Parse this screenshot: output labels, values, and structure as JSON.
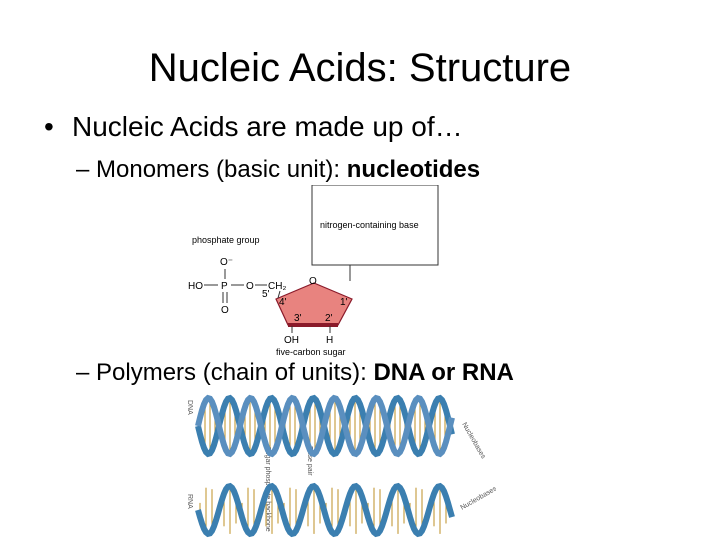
{
  "slide": {
    "title": "Nucleic Acids: Structure",
    "bullet": {
      "marker": "•",
      "text": "Nucleic Acids are made up of…"
    },
    "sub1": {
      "prefix": "– Monomers (basic unit): ",
      "emphasis": "nucleotides"
    },
    "sub2": {
      "prefix": "– Polymers (chain of units): ",
      "emphasis": "DNA or RNA"
    }
  },
  "nucleotide": {
    "base_label": "nitrogen-containing base",
    "phosphate_label": "phosphate group",
    "sugar_label": "five-carbon sugar",
    "atoms": {
      "o_top": "O⁻",
      "ho": "HO",
      "p": "P",
      "o_bridge": "O",
      "ch2": "CH₂",
      "o_bottom": "O",
      "ring_o": "O",
      "c5": "5'",
      "c4": "4'",
      "c1": "1'",
      "c3": "3'",
      "c2": "2'",
      "oh": "OH",
      "h": "H"
    },
    "colors": {
      "sugar_fill": "#e8837f",
      "sugar_edge": "#8a1a2a"
    }
  },
  "helix": {
    "dna_label": "DNA",
    "rna_label": "RNA",
    "backbone_label": "Sugar phosphate backbone",
    "base_pair_label": "Base pair",
    "nucleobase_label_1": "Nucleobases",
    "nucleobase_label_2": "Nucleobases",
    "colors": {
      "strand_a": "#3b7fb0",
      "strand_b": "#5a8fbf",
      "rung": "#c9a24a"
    }
  }
}
